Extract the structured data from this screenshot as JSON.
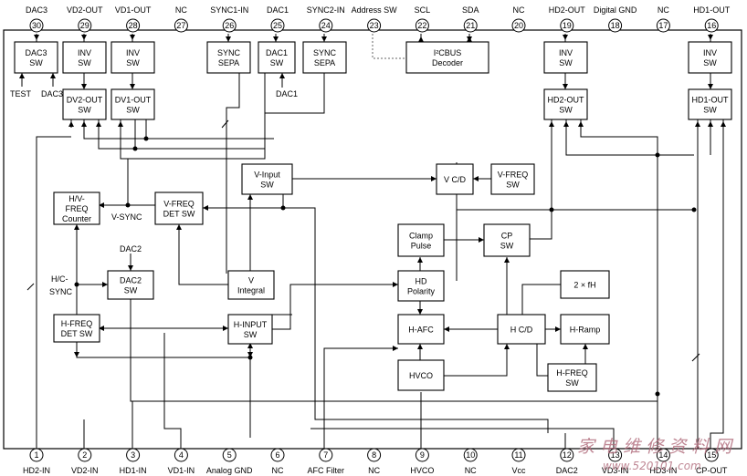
{
  "top_pins": [
    {
      "num": "30",
      "label": "DAC3"
    },
    {
      "num": "29",
      "label": "VD2-OUT"
    },
    {
      "num": "28",
      "label": "VD1-OUT"
    },
    {
      "num": "27",
      "label": "NC"
    },
    {
      "num": "26",
      "label": "SYNC1-IN"
    },
    {
      "num": "25",
      "label": "DAC1"
    },
    {
      "num": "24",
      "label": "SYNC2-IN"
    },
    {
      "num": "23",
      "label": "Address SW"
    },
    {
      "num": "22",
      "label": "SCL"
    },
    {
      "num": "21",
      "label": "SDA"
    },
    {
      "num": "20",
      "label": "NC"
    },
    {
      "num": "19",
      "label": "HD2-OUT"
    },
    {
      "num": "18",
      "label": "Digital GND"
    },
    {
      "num": "17",
      "label": "NC"
    },
    {
      "num": "16",
      "label": "HD1-OUT"
    }
  ],
  "bottom_pins": [
    {
      "num": "1",
      "label": "HD2-IN"
    },
    {
      "num": "2",
      "label": "VD2-IN"
    },
    {
      "num": "3",
      "label": "HD1-IN"
    },
    {
      "num": "4",
      "label": "VD1-IN"
    },
    {
      "num": "5",
      "label": "Analog GND"
    },
    {
      "num": "6",
      "label": "NC"
    },
    {
      "num": "7",
      "label": "AFC Filter"
    },
    {
      "num": "8",
      "label": "NC"
    },
    {
      "num": "9",
      "label": "HVCO"
    },
    {
      "num": "10",
      "label": "NC"
    },
    {
      "num": "11",
      "label": "Vcc"
    },
    {
      "num": "12",
      "label": "DAC2"
    },
    {
      "num": "13",
      "label": "VD3-IN"
    },
    {
      "num": "14",
      "label": "HD3-IN"
    },
    {
      "num": "15",
      "label": "CP-OUT"
    }
  ],
  "blocks": {
    "dac3_sw": [
      "DAC3",
      "SW"
    ],
    "inv_sw_vd2": [
      "INV",
      "SW"
    ],
    "inv_sw_vd1": [
      "INV",
      "SW"
    ],
    "sync_sepa_1": [
      "SYNC",
      "SEPA"
    ],
    "dac1_sw": [
      "DAC1",
      "SW"
    ],
    "sync_sepa_2": [
      "SYNC",
      "SEPA"
    ],
    "i2c_decoder": [
      "I²CBUS",
      "Decoder"
    ],
    "inv_sw_hd2": [
      "INV",
      "SW"
    ],
    "inv_sw_hd1": [
      "INV",
      "SW"
    ],
    "dv2_out_sw": [
      "DV2-OUT",
      "SW"
    ],
    "dv1_out_sw": [
      "DV1-OUT",
      "SW"
    ],
    "hd2_out_sw": [
      "HD2-OUT",
      "SW"
    ],
    "hd1_out_sw": [
      "HD1-OUT",
      "SW"
    ],
    "v_input_sw": [
      "V-Input",
      "SW"
    ],
    "v_cd": [
      "V C/D"
    ],
    "v_freq_sw": [
      "V-FREQ",
      "SW"
    ],
    "hv_freq_counter": [
      "H/V-",
      "FREQ",
      "Counter"
    ],
    "v_freq_det_sw": [
      "V-FREQ",
      "DET SW"
    ],
    "clamp_pulse": [
      "Clamp",
      "Pulse"
    ],
    "cp_sw": [
      "CP",
      "SW"
    ],
    "dac2_sw": [
      "DAC2",
      "SW"
    ],
    "v_integral": [
      "V",
      "Integral"
    ],
    "hd_polarity": [
      "HD",
      "Polarity"
    ],
    "two_fh": [
      "2 × fH"
    ],
    "h_freq_det_sw": [
      "H-FREQ",
      "DET SW"
    ],
    "h_input_sw": [
      "H-INPUT",
      "SW"
    ],
    "h_afc": [
      "H-AFC"
    ],
    "h_cd": [
      "H C/D"
    ],
    "h_ramp": [
      "H-Ramp"
    ],
    "hvco": [
      "HVCO"
    ],
    "h_freq_sw": [
      "H-FREQ",
      "SW"
    ]
  },
  "signals": {
    "test": "TEST",
    "dac3": "DAC3",
    "dac1": "DAC1",
    "v_sync": "V-SYNC",
    "dac2": "DAC2",
    "hc_sync_1": "H/C-",
    "hc_sync_2": "SYNC"
  },
  "watermark": "家 电 维 修 资 料 网",
  "watermark_url": "www.520101.com",
  "colors": {
    "line": "#000000",
    "dashed": "#666666",
    "watermark": "#b06a7a"
  }
}
